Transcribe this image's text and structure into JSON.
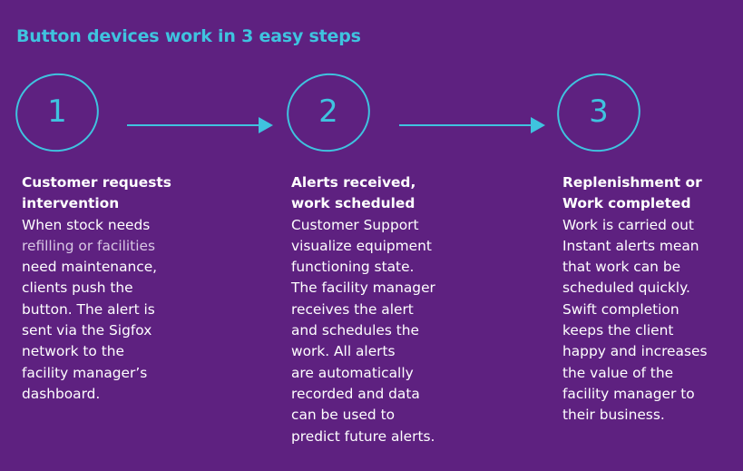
{
  "title": "Button devices work in 3 easy steps",
  "steps": [
    {
      "number": "1",
      "heading": [
        "Customer requests",
        "intervention"
      ],
      "body": [
        "When stock needs",
        "refilling or facilities",
        "need maintenance,",
        "clients push the",
        "button. The alert is",
        "sent via the Sigfox",
        "network to the",
        "facility manager’s",
        "dashboard."
      ]
    },
    {
      "number": "2",
      "heading": [
        "Alerts received,",
        "work scheduled"
      ],
      "body": [
        "Customer Support",
        "visualize equipment",
        "functioning state.",
        "The facility manager",
        "receives the alert",
        "and schedules the",
        "work. All alerts",
        "are automatically",
        "recorded and data",
        "can be used to",
        "predict future alerts."
      ]
    },
    {
      "number": "3",
      "heading": [
        "Replenishment or",
        "Work completed"
      ],
      "body": [
        "Work is carried out",
        "Instant alerts mean",
        "that work can be",
        "scheduled quickly.",
        "Swift completion",
        "keeps the client",
        "happy and increases",
        "the value of the",
        "facility manager to",
        "their business."
      ]
    }
  ],
  "colors": {
    "background": "#5e2180",
    "accent": "#3fc3df",
    "text": "#ffffff"
  },
  "connector_icon": "arrow-right-icon"
}
